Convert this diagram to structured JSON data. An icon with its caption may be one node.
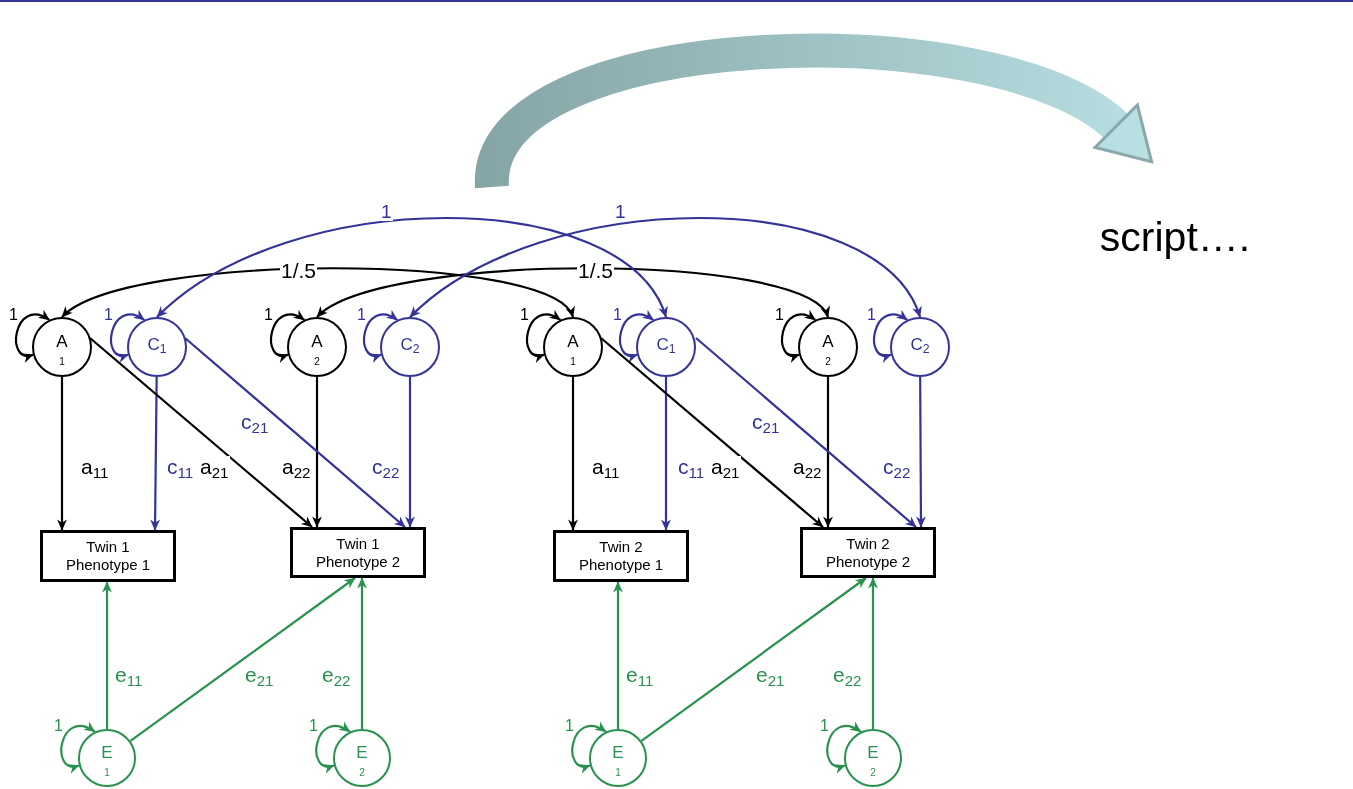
{
  "diagram": {
    "nodes": [
      {
        "text": [
          "A",
          "1"
        ]
      },
      {
        "text": [
          "C$_{1}$"
        ]
      },
      {
        "text": [
          "A",
          "2"
        ]
      },
      {
        "text": [
          "C$_{2}$"
        ]
      },
      {
        "text": [
          "A",
          "1"
        ]
      },
      {
        "text": [
          "C$_{1}$"
        ]
      },
      {
        "text": [
          "A",
          "2"
        ]
      },
      {
        "text": [
          "C$_{2}$"
        ]
      },
      {
        "text": [
          "Twin 1 Phenotype 1"
        ]
      },
      {
        "text": [
          "Twin 1 Phenotype 2"
        ]
      },
      {
        "text": [
          "Twin 2 Phenotype 1"
        ]
      },
      {
        "text": [
          "Twin 2 Phenotype 2"
        ]
      },
      {
        "text": [
          "E",
          "1"
        ]
      },
      {
        "text": [
          "E",
          "2"
        ]
      },
      {
        "text": [
          "E",
          "1"
        ]
      },
      {
        "text": [
          "E",
          "2"
        ]
      },
      {
        "text": [
          "script…."
        ]
      }
    ],
    "edges": [
      {
        "from": 0,
        "to": 0,
        "arrow": "both",
        "label": "1"
      },
      {
        "from": 1,
        "to": 1,
        "arrow": "both",
        "label": "1",
        "color": "#333399"
      },
      {
        "from": 2,
        "to": 2,
        "arrow": "both",
        "label": "1"
      },
      {
        "from": 3,
        "to": 3,
        "arrow": "both",
        "label": "1",
        "color": "#333399"
      },
      {
        "from": 4,
        "to": 4,
        "arrow": "both",
        "label": "1"
      },
      {
        "from": 5,
        "to": 5,
        "arrow": "both",
        "label": "1",
        "color": "#333399"
      },
      {
        "from": 6,
        "to": 6,
        "arrow": "both",
        "label": "1"
      },
      {
        "from": 7,
        "to": 7,
        "arrow": "both",
        "label": "1",
        "color": "#333399"
      },
      {
        "from": 12,
        "to": 12,
        "arrow": "both",
        "label": "1",
        "color": "#2a9150"
      },
      {
        "from": 13,
        "to": 13,
        "arrow": "both",
        "label": "1",
        "color": "#2a9150"
      },
      {
        "from": 14,
        "to": 14,
        "arrow": "both",
        "label": "1",
        "color": "#2a9150"
      },
      {
        "from": 15,
        "to": 15,
        "arrow": "both",
        "label": "1",
        "color": "#2a9150"
      },
      {
        "from": 0,
        "to": 4,
        "arrow": "both",
        "label": "1/.5"
      },
      {
        "from": 2,
        "to": 6,
        "arrow": "both",
        "label": "1/.5"
      },
      {
        "from": 1,
        "to": 5,
        "arrow": "both",
        "label": "1",
        "color": "#333399"
      },
      {
        "from": 3,
        "to": 7,
        "arrow": "both",
        "label": "1",
        "color": "#333399"
      },
      {
        "from": 0,
        "to": 8,
        "arrow": "to",
        "label": "a$_{11}$"
      },
      {
        "from": 1,
        "to": 8,
        "arrow": "to",
        "label": "c$_{11}$",
        "color": "#333399"
      },
      {
        "from": 0,
        "to": 9,
        "arrow": "to",
        "label": "a$_{21}$"
      },
      {
        "from": 2,
        "to": 9,
        "arrow": "to",
        "label": "a$_{22}$"
      },
      {
        "from": 1,
        "to": 9,
        "arrow": "to",
        "label": "c$_{21}$",
        "color": "#333399"
      },
      {
        "from": 3,
        "to": 9,
        "arrow": "to",
        "label": "c$_{22}$",
        "color": "#333399"
      },
      {
        "from": 12,
        "to": 8,
        "arrow": "to",
        "label": "e$_{11}$",
        "color": "#2a9150"
      },
      {
        "from": 12,
        "to": 9,
        "arrow": "to",
        "label": "e$_{21}$",
        "color": "#2a9150"
      },
      {
        "from": 13,
        "to": 9,
        "arrow": "to",
        "label": "e$_{22}$",
        "color": "#2a9150"
      },
      {
        "from": 4,
        "to": 10,
        "arrow": "to",
        "label": "a$_{11}$"
      },
      {
        "from": 5,
        "to": 10,
        "arrow": "to",
        "label": "c$_{11}$",
        "color": "#333399"
      },
      {
        "from": 4,
        "to": 11,
        "arrow": "to",
        "label": "a$_{21}$"
      },
      {
        "from": 6,
        "to": 11,
        "arrow": "to",
        "label": "a$_{22}$"
      },
      {
        "from": 5,
        "to": 11,
        "arrow": "to",
        "label": "c$_{21}$",
        "color": "#333399"
      },
      {
        "from": 7,
        "to": 11,
        "arrow": "to",
        "label": "c$_{22}$",
        "color": "#333399"
      },
      {
        "from": 14,
        "to": 10,
        "arrow": "to",
        "label": "e$_{11}$",
        "color": "#2a9150"
      },
      {
        "from": 14,
        "to": 11,
        "arrow": "to",
        "label": "e$_{21}$",
        "color": "#2a9150"
      },
      {
        "from": 15,
        "to": 11,
        "arrow": "to",
        "label": "e$_{22}$",
        "color": "#2a9150"
      },
      {
        "from": null,
        "to": 16,
        "arrow": "to",
        "style": "thick",
        "color": "#b8dfe2"
      }
    ]
  }
}
